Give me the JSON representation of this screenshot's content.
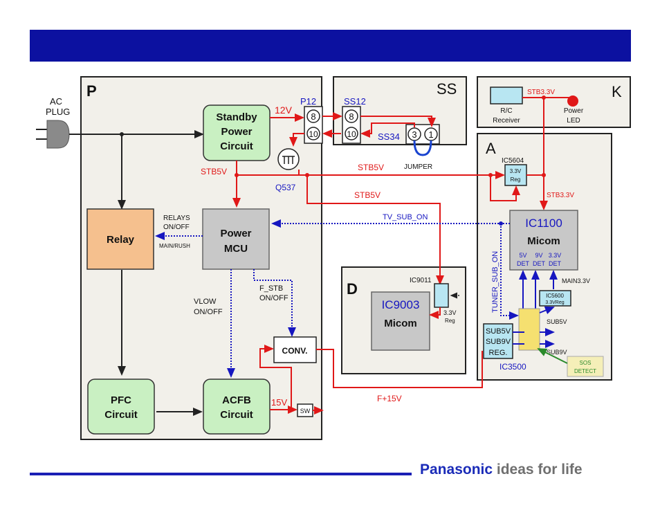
{
  "brand": {
    "name": "Panasonic",
    "tagline": "ideas for life"
  },
  "colors": {
    "header": "#0c11a0",
    "panel": "#f2f0ea",
    "green_block": "#c9f0c2",
    "relay": "#f5c08e",
    "mcu": "#c8c8c8",
    "ic_blue": "#b8e6f2",
    "red_line": "#e01818",
    "blue_line": "#1616c0",
    "sos": "#f5efb8"
  },
  "labels": {
    "ac_plug": "AC",
    "ac_plug2": "PLUG",
    "board_p": "P",
    "board_ss": "SS",
    "board_k": "K",
    "board_a": "A",
    "board_d": "D",
    "standby1": "Standby",
    "standby2": "Power",
    "standby3": "Circuit",
    "v12": "12V",
    "p12": "P12",
    "ss12": "SS12",
    "ss34": "SS34",
    "jumper": "JUMPER",
    "pin8a": "8",
    "pin10a": "10",
    "pin8b": "8",
    "pin10b": "10",
    "pin3": "3",
    "pin1": "1",
    "q537": "Q537",
    "stb5v_1": "STB5V",
    "stb5v_2": "STB5V",
    "stb5v_3": "STB5V",
    "relay": "Relay",
    "relays_onoff1": "RELAYS",
    "relays_onoff2": "ON/OFF",
    "main_rush": "MAIN/RUSH",
    "mcu1": "Power",
    "mcu2": "MCU",
    "tv_sub_on": "TV_SUB_ON",
    "tuner_sub_on": "TUNER_SUB_ON",
    "f_stb1": "F_STB",
    "f_stb2": "ON/OFF",
    "vlow1": "VLOW",
    "vlow2": "ON/OFF",
    "conv": "CONV.",
    "sw": "SW",
    "v15": "15V",
    "f15v": "F+15V",
    "pfc1": "PFC",
    "pfc2": "Circuit",
    "acfb1": "ACFB",
    "acfb2": "Circuit",
    "rc1": "R/C",
    "rc2": "Receiver",
    "stb33_top": "STB3.3V",
    "led1": "Power",
    "led2": "LED",
    "ic5604": "IC5604",
    "reg33_1": "3.3V",
    "reg33_2": "Reg",
    "stb33_mid": "STB3.3V",
    "ic1100": "IC1100",
    "micom_a": "Micom",
    "det5": "5V",
    "det9": "9V",
    "det33": "3.3V",
    "det_a": "DET",
    "det_b": "DET",
    "det_c": "DET",
    "main33": "MAIN3.3V",
    "ic5600_1": "IC5600",
    "ic5600_2": "3.3VReg",
    "sub5v_out": "SUB5V",
    "sub9v_out": "SUB9V",
    "sub5v": "SUB5V",
    "sub9v": "SUB9V",
    "reg": "REG.",
    "ic3500": "IC3500",
    "sos1": "SOS",
    "sos2": "DETECT",
    "ic9011": "IC9011",
    "ic9003": "IC9003",
    "micom_d": "Micom",
    "reg33d_1": "3.3V",
    "reg33d_2": "Reg"
  }
}
